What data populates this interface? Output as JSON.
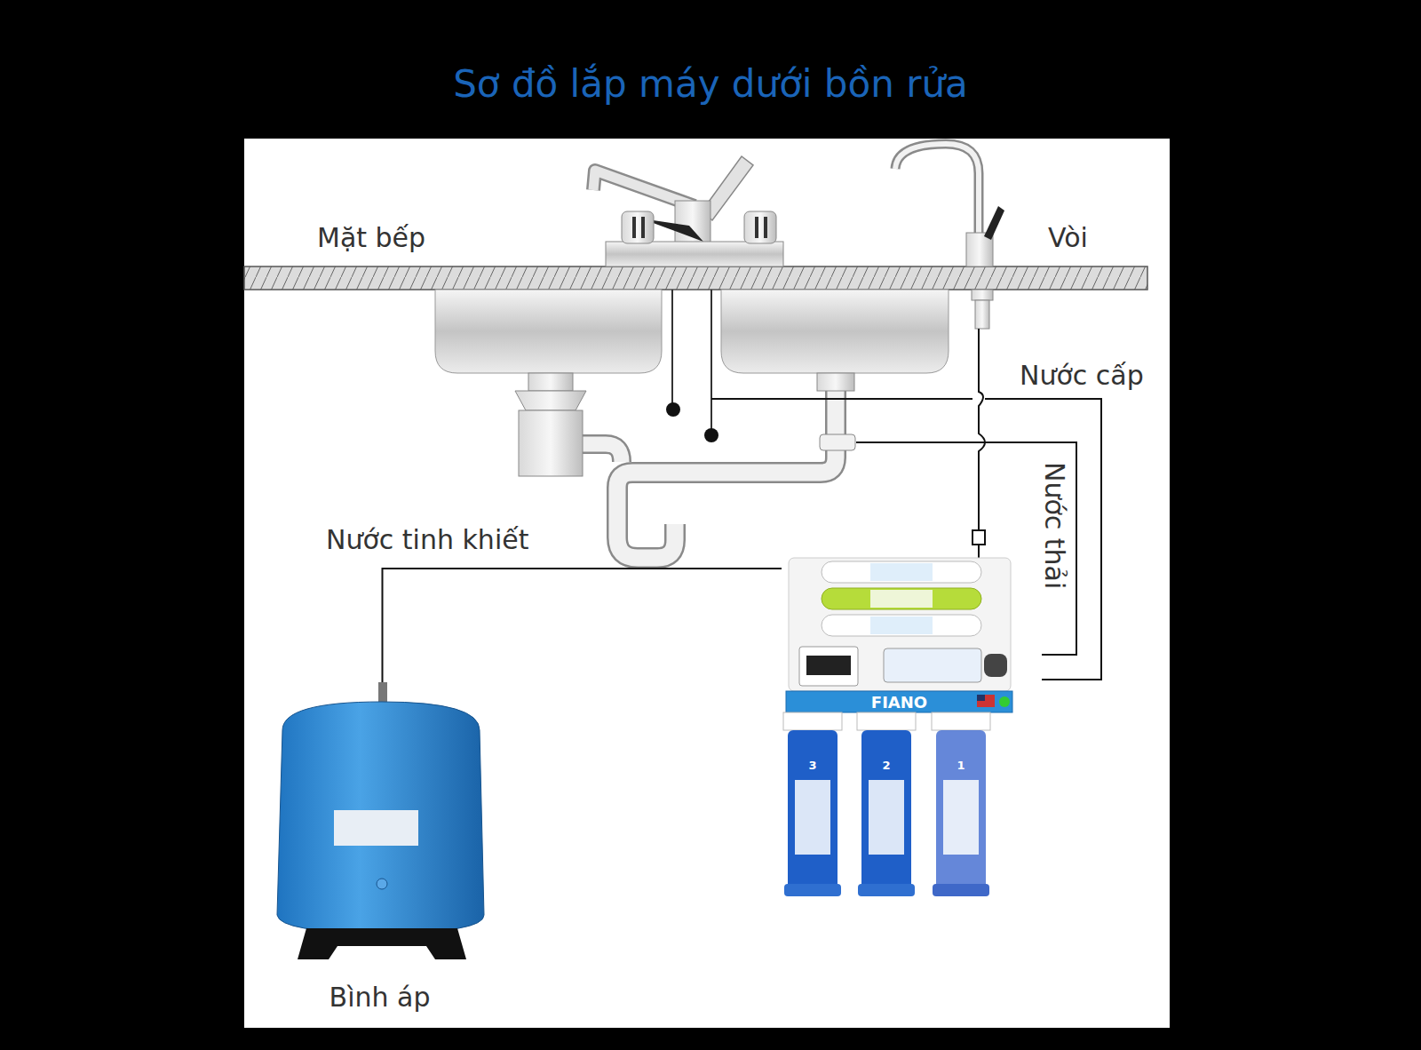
{
  "diagram": {
    "title": "Sơ đồ lắp máy dưới bồn rửa",
    "nodes": [
      {
        "text": [
          "FIANO"
        ]
      },
      {
        "text": [
          "Bình áp"
        ]
      }
    ],
    "edges": [
      {
        "from": 0,
        "to": 1,
        "arrow": "none",
        "label": "Nước tinh khiết"
      }
    ],
    "labels": [
      "Mặt bếp",
      "Vòi",
      "Nước cấp",
      "Nước thải",
      "3",
      "2",
      "1"
    ]
  }
}
